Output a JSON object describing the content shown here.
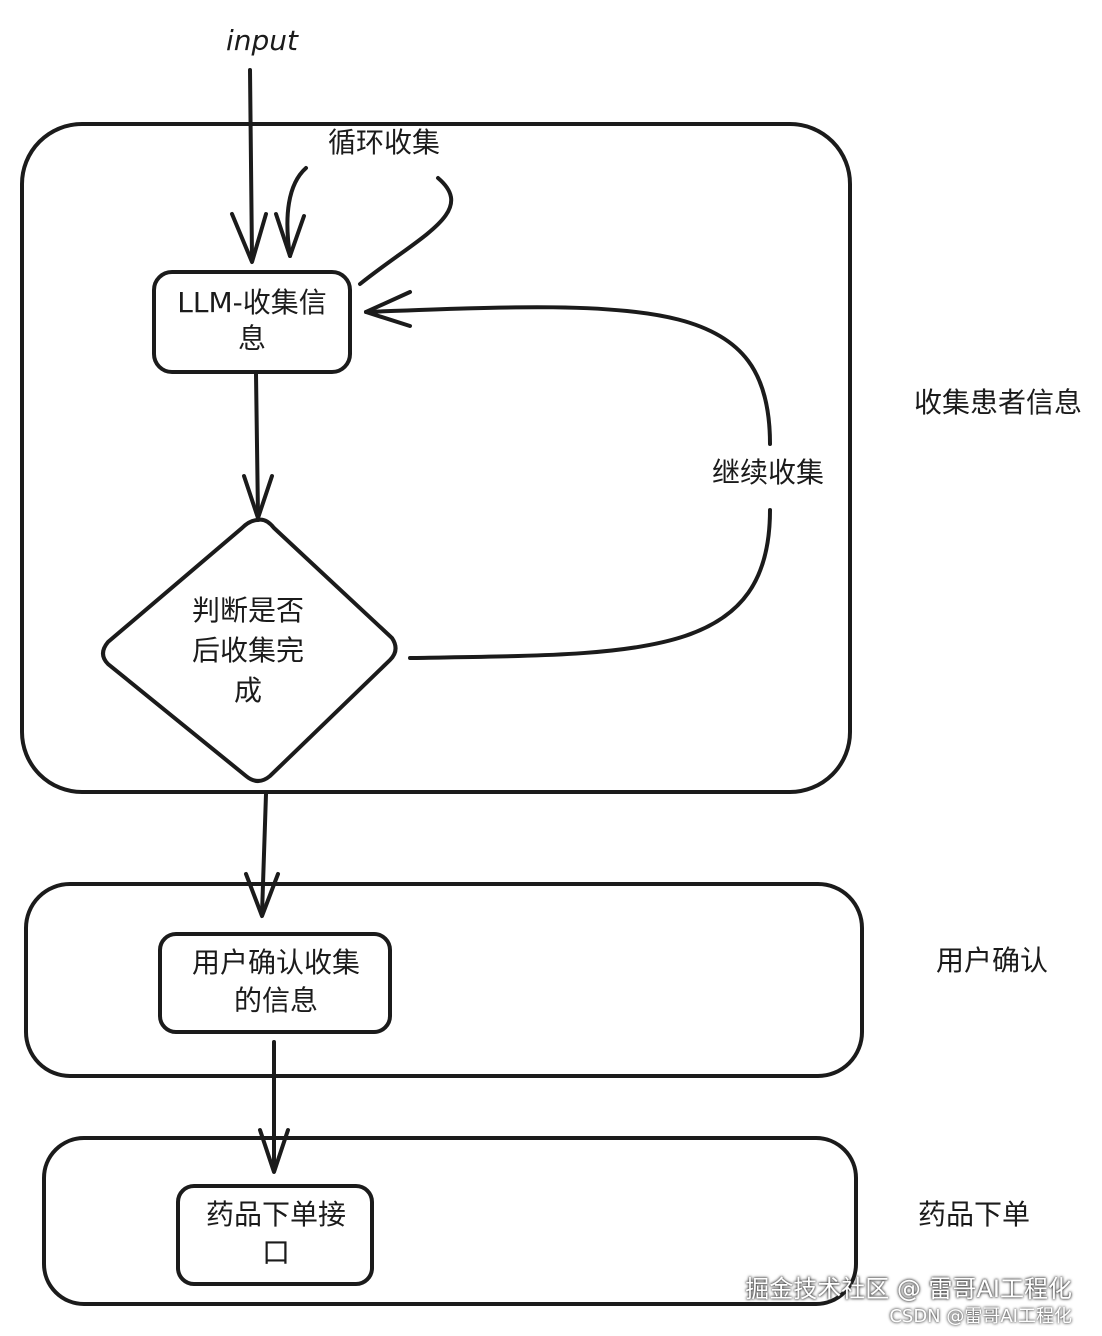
{
  "input_label": "input",
  "loop_label": "循环收集",
  "continue_label": "继续收集",
  "nodes": {
    "llm_collect": [
      "LLM-收集信",
      "息"
    ],
    "decision": [
      "判断是否",
      "后收集完",
      "成"
    ],
    "user_confirm": [
      "用户确认收集",
      "的信息"
    ],
    "order_api": [
      "药品下单接",
      "口"
    ]
  },
  "stages": {
    "collect": "收集患者信息",
    "confirm": "用户确认",
    "order": "药品下单"
  },
  "watermark": {
    "line1": "掘金技术社区 @ 雷哥AI工程化",
    "line2": "CSDN @雷哥AI工程化"
  },
  "colors": {
    "ink": "#1b1b1b",
    "background": "#ffffff"
  }
}
